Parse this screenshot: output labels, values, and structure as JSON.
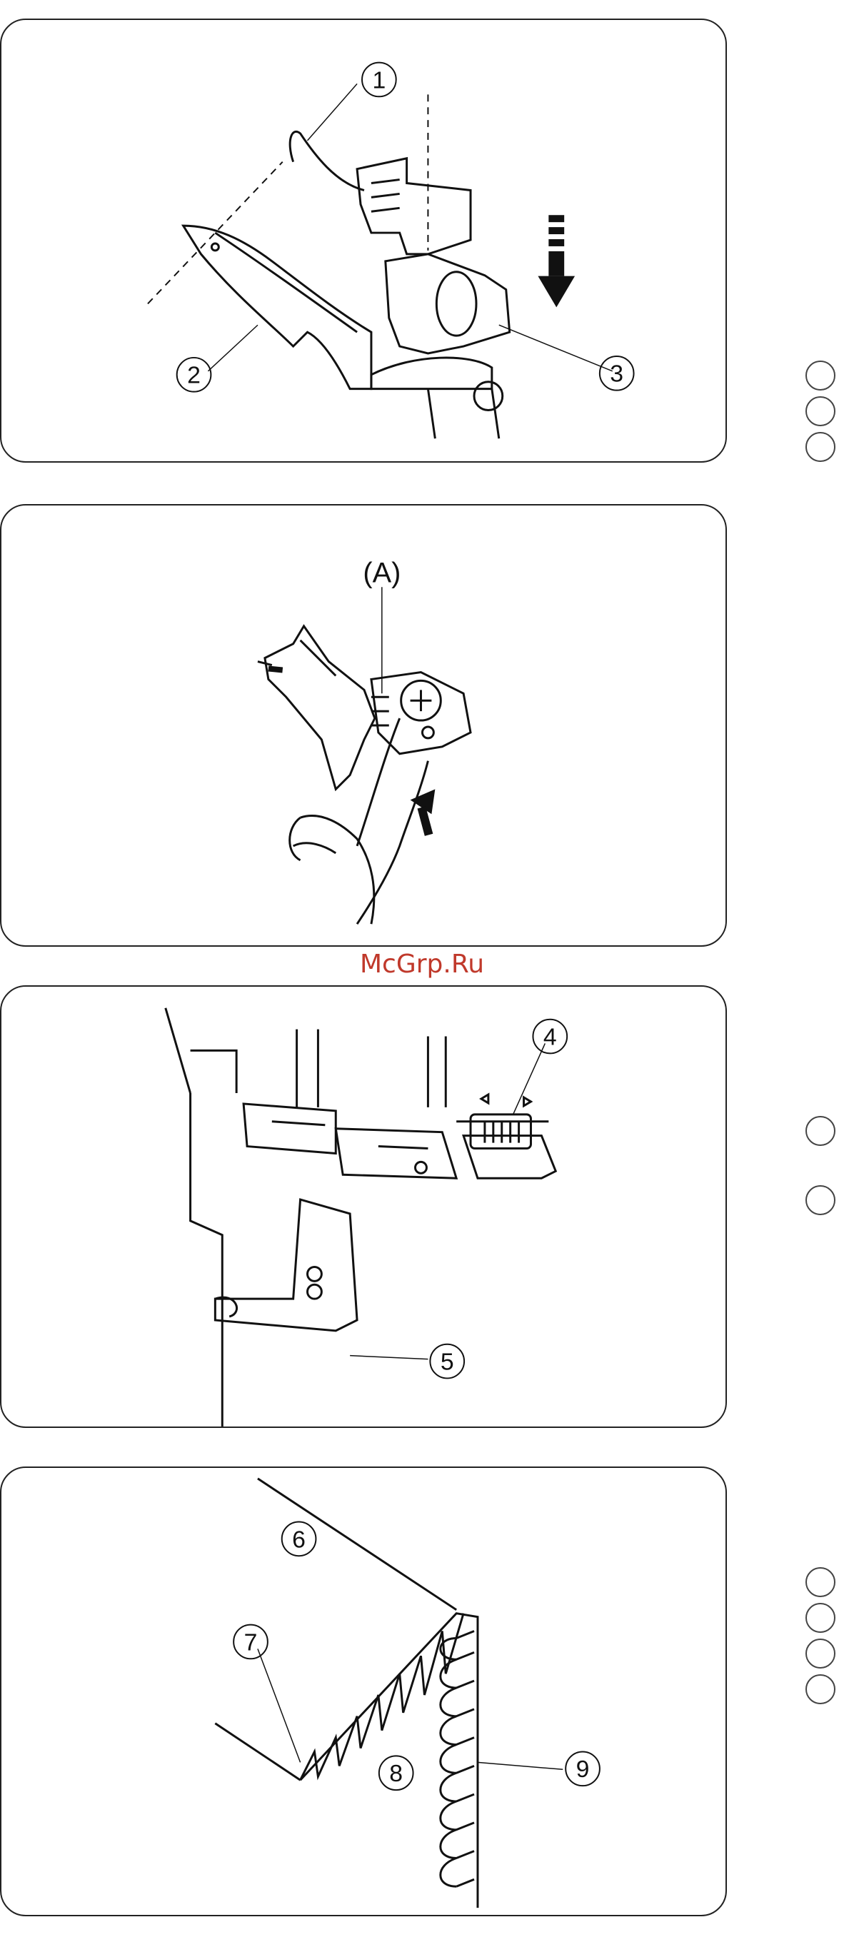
{
  "watermark": "McGrp.Ru",
  "panels": [
    {
      "callouts": [
        "1",
        "2",
        "3"
      ]
    },
    {
      "label": "(A)"
    },
    {
      "callouts": [
        "4",
        "5"
      ]
    },
    {
      "callouts": [
        "6",
        "7",
        "8",
        "9"
      ]
    }
  ]
}
